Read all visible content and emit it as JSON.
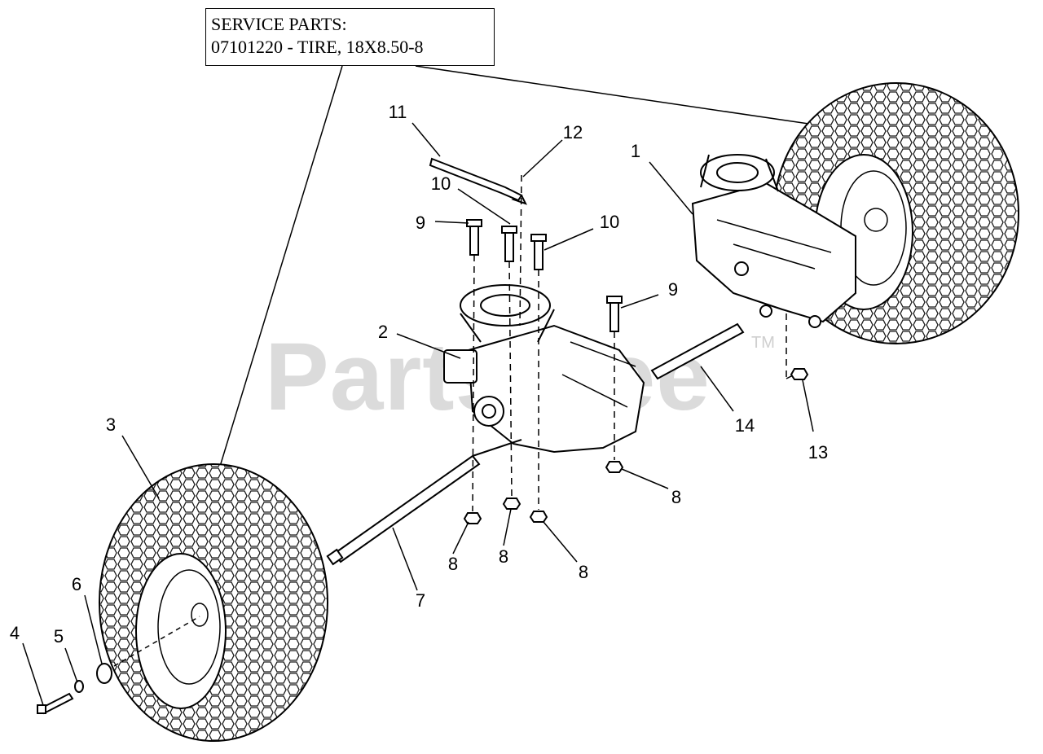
{
  "service_box": {
    "line1": "SERVICE PARTS:",
    "line2": "07101220 - TIRE, 18X8.50-8"
  },
  "watermark": {
    "text": "PartsTree",
    "tm": "TM"
  },
  "callouts": [
    {
      "id": "c1",
      "label": "1"
    },
    {
      "id": "c2",
      "label": "2"
    },
    {
      "id": "c3",
      "label": "3"
    },
    {
      "id": "c4",
      "label": "4"
    },
    {
      "id": "c5",
      "label": "5"
    },
    {
      "id": "c6",
      "label": "6"
    },
    {
      "id": "c7",
      "label": "7"
    },
    {
      "id": "c8a",
      "label": "8"
    },
    {
      "id": "c8b",
      "label": "8"
    },
    {
      "id": "c8c",
      "label": "8"
    },
    {
      "id": "c8d",
      "label": "8"
    },
    {
      "id": "c9a",
      "label": "9"
    },
    {
      "id": "c9b",
      "label": "9"
    },
    {
      "id": "c10a",
      "label": "10"
    },
    {
      "id": "c10b",
      "label": "10"
    },
    {
      "id": "c11",
      "label": "11"
    },
    {
      "id": "c12",
      "label": "12"
    },
    {
      "id": "c13",
      "label": "13"
    },
    {
      "id": "c14",
      "label": "14"
    }
  ],
  "colors": {
    "line": "#000000",
    "watermark": "#cfcfcf",
    "background": "#ffffff"
  }
}
